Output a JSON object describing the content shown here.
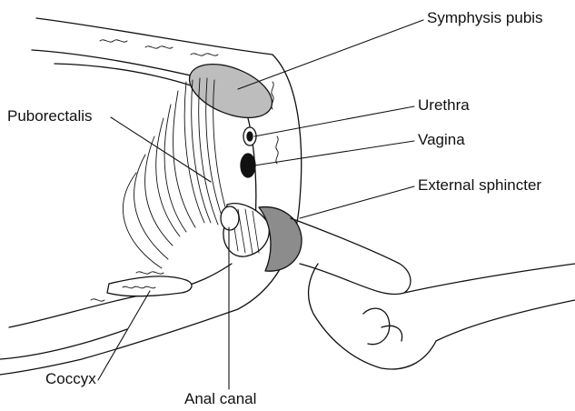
{
  "labels": {
    "symphysis_pubis": "Symphysis pubis",
    "urethra": "Urethra",
    "vagina": "Vagina",
    "external_sphincter": "External sphincter",
    "puborectalis": "Puborectalis",
    "coccyx": "Coccyx",
    "anal_canal": "Anal canal"
  },
  "colors": {
    "line": "#111111",
    "bone_fill": "#bdbdbd",
    "sphincter_fill": "#8c8c8c",
    "tissue_fill": "#ffffff"
  }
}
